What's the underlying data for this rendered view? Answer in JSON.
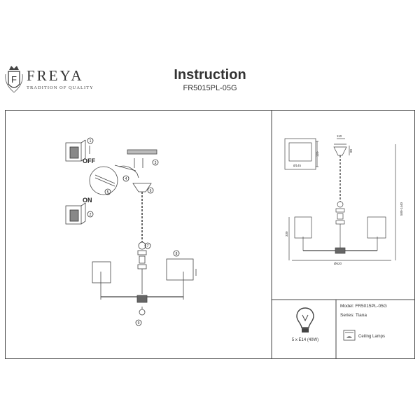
{
  "brand": {
    "name": "FREYA",
    "tagline": "TRADITION OF QUALITY",
    "monogram": "F"
  },
  "header": {
    "title": "Instruction",
    "model": "FR5015PL-05G"
  },
  "steps": {
    "off_label": "OFF",
    "on_label": "ON",
    "numbers": [
      "1",
      "2",
      "3",
      "4",
      "5",
      "6",
      "7",
      "8",
      "9"
    ]
  },
  "dimensions": {
    "canopy_diameter": "Ø145",
    "canopy_height": "120",
    "top_width": "110",
    "top_height": "80",
    "shade_height": "330",
    "total_height": "580-1440",
    "total_width": "Ø620"
  },
  "specs": {
    "bulbs": "5 x E14 (40W)",
    "model": "Model: FR5015PL-05G",
    "series": "Series: Tiana",
    "type": "Ceiling Lamps"
  },
  "colors": {
    "line": "#444444",
    "text": "#222222"
  }
}
